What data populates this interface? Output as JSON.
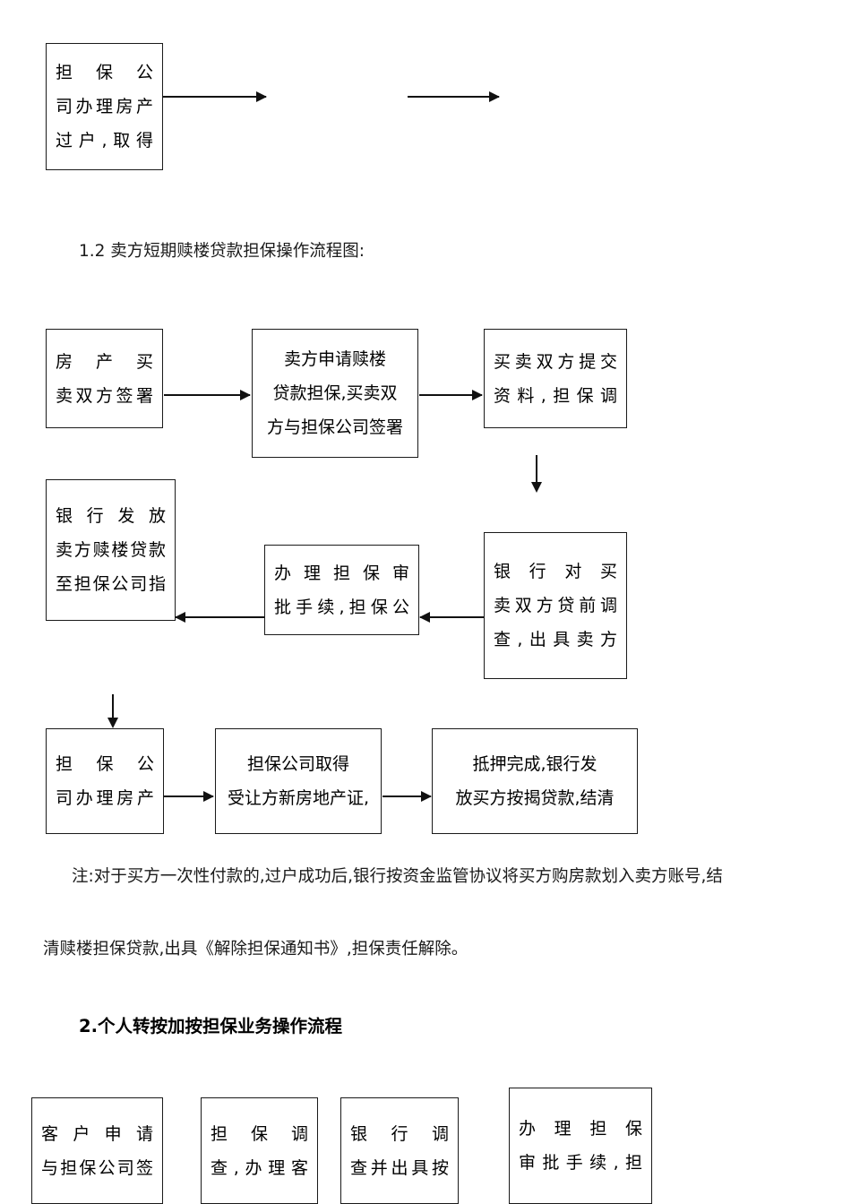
{
  "document": {
    "section_1_2_heading": "1.2 卖方短期赎楼贷款担保操作流程图:",
    "note_line_1": "注:对于买方一次性付款的,过户成功后,银行按资金监管协议将买方购房款划入卖方账号,结",
    "note_line_2": "清赎楼担保贷款,出具《解除担保通知书》,担保责任解除。",
    "section_2_heading": "2.个人转按加按担保业务操作流程"
  },
  "flowchart_top": {
    "box_1": {
      "line_1": "担保公",
      "line_2": "司办理房产",
      "line_3": "过户,取得"
    }
  },
  "flowchart_seller_redemption": {
    "row_1": {
      "box_1": {
        "line_1": "房产买",
        "line_2": "卖双方签署"
      },
      "box_2": {
        "line_1": "卖方申请赎楼",
        "line_2": "贷款担保,买卖双",
        "line_3": "方与担保公司签署"
      },
      "box_3": {
        "line_1": "买卖双方提交",
        "line_2": "资料,担保调"
      }
    },
    "row_2": {
      "box_1": {
        "line_1": "银行发放",
        "line_2": "卖方赎楼贷款",
        "line_3": "至担保公司指"
      },
      "box_2": {
        "line_1": "办理担保审",
        "line_2": "批手续,担保公"
      },
      "box_3": {
        "line_1": "银行对买",
        "line_2": "卖双方贷前调",
        "line_3": "查,出具卖方"
      }
    },
    "row_3": {
      "box_1": {
        "line_1": "担保公",
        "line_2": "司办理房产"
      },
      "box_2": {
        "line_1": "担保公司取得",
        "line_2": "受让方新房地产证,"
      },
      "box_3": {
        "line_1": "抵押完成,银行发",
        "line_2": "放买方按揭贷款,结清"
      }
    }
  },
  "flowchart_transfer_mortgage": {
    "box_1": {
      "line_1": "客户申请",
      "line_2": "与担保公司签"
    },
    "box_2": {
      "line_1": "担保调",
      "line_2": "查,办理客"
    },
    "box_3": {
      "line_1": "银行调",
      "line_2": "查并出具按"
    },
    "box_4": {
      "line_1": "办理担保",
      "line_2": "审批手续,担"
    }
  },
  "colors": {
    "stroke": "#1a1a1a",
    "text": "#000000",
    "background": "#ffffff"
  }
}
